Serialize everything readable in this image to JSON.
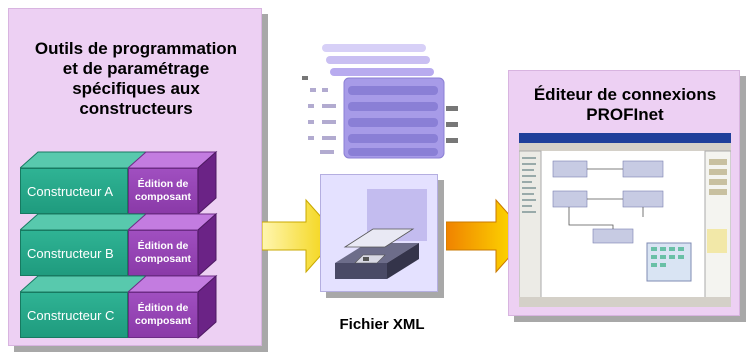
{
  "left_panel": {
    "title_lines": [
      "Outils de programmation",
      "et de paramétrage",
      "spécifiques aux",
      "constructeurs"
    ],
    "blocks": [
      {
        "manufacturer": "Constructeur A",
        "component": "Édition de composant"
      },
      {
        "manufacturer": "Constructeur B",
        "component": "Édition de composant"
      },
      {
        "manufacturer": "Constructeur C",
        "component": "Édition de composant"
      }
    ]
  },
  "center": {
    "caption": "Fichier XML",
    "icon": "floppy-disk-icon",
    "doc_icon": "xml-document-stack-icon"
  },
  "right_panel": {
    "title_lines": [
      "Éditeur de connexions",
      "PROFInet"
    ],
    "screenshot_icon": "connection-editor-screenshot"
  },
  "colors": {
    "panel_bg": "#edd0f3",
    "teal": "#1fa585",
    "purple": "#9a46bb",
    "arrow_yellow": "#f7e000",
    "arrow_orange": "#f08a00"
  }
}
